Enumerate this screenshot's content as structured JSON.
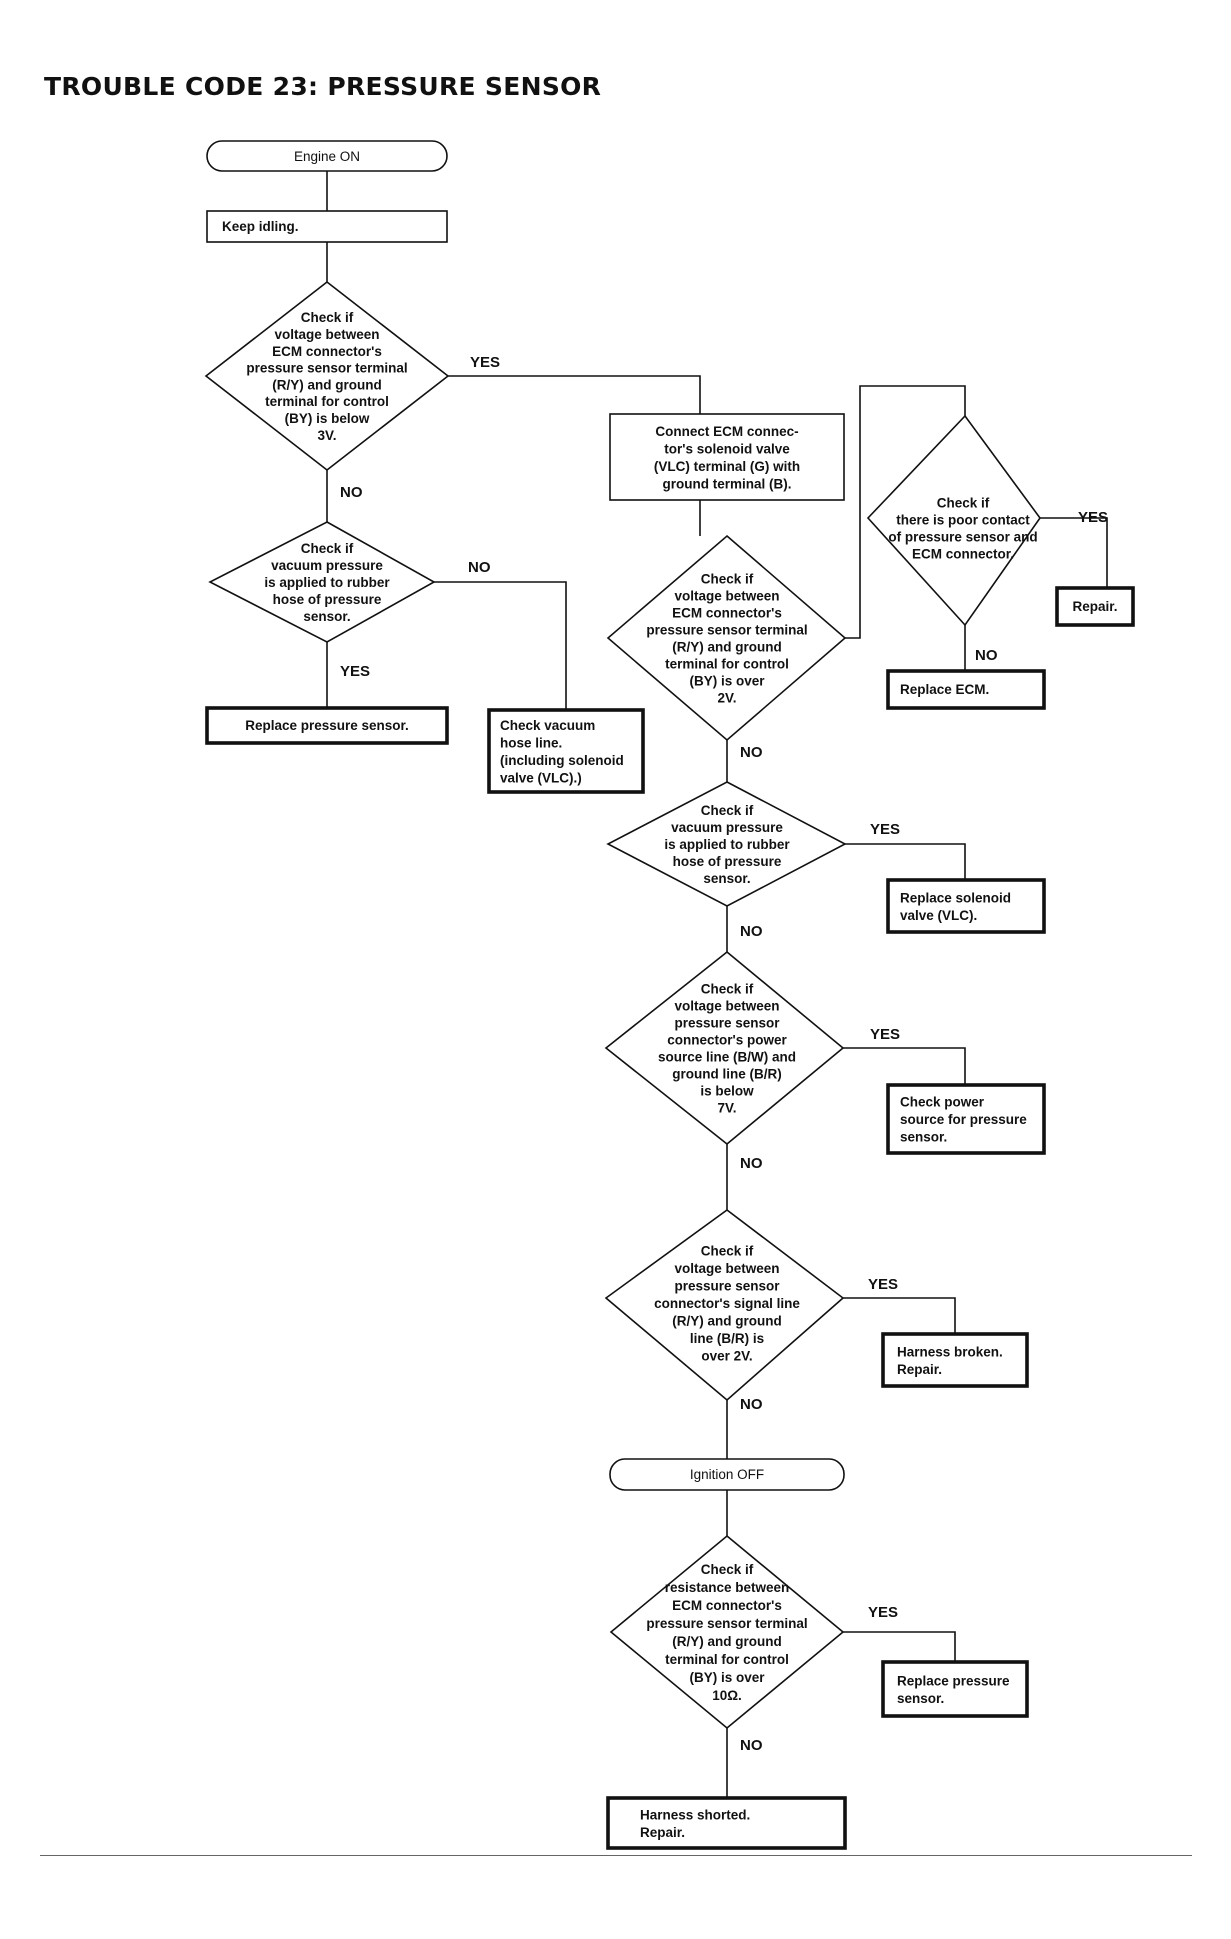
{
  "title": "TROUBLE CODE 23: PRESSURE SENSOR",
  "labels": {
    "yes": "YES",
    "no": "NO"
  },
  "nodes": {
    "engine_on": [
      "Engine ON"
    ],
    "keep_idling": [
      "Keep idling."
    ],
    "check_voltage_below_3v": [
      "Check if",
      "voltage between",
      "ECM connector's",
      "pressure sensor terminal",
      "(R/Y) and ground",
      "terminal for control",
      "(BY) is below",
      "3V."
    ],
    "check_vacuum_left": [
      "Check if",
      "vacuum pressure",
      "is applied to rubber",
      "hose of pressure",
      "sensor."
    ],
    "replace_pressure_sensor_left": [
      "Replace pressure sensor."
    ],
    "check_vacuum_hose": [
      "Check vacuum",
      "hose line.",
      "(including solenoid",
      "valve (VLC).)"
    ],
    "connect_ecm": [
      "Connect ECM connec-",
      "tor's solenoid valve",
      "(VLC) terminal (G) with",
      "ground terminal (B)."
    ],
    "check_voltage_over_2v": [
      "Check if",
      "voltage between",
      "ECM connector's",
      "pressure sensor terminal",
      "(R/Y) and ground",
      "terminal for control",
      "(BY) is over",
      "2V."
    ],
    "check_poor_contact": [
      "Check if",
      "there is poor contact",
      "of pressure sensor and",
      "ECM connector."
    ],
    "repair_contact": [
      "Repair."
    ],
    "replace_ecm": [
      "Replace ECM."
    ],
    "check_vacuum_right": [
      "Check if",
      "vacuum pressure",
      "is applied to rubber",
      "hose of pressure",
      "sensor."
    ],
    "replace_solenoid": [
      "Replace solenoid",
      "valve (VLC)."
    ],
    "check_power_below_7v": [
      "Check if",
      "voltage between",
      "pressure sensor",
      "connector's power",
      "source line (B/W) and",
      "ground line (B/R)",
      "is below",
      "7V."
    ],
    "check_power_source": [
      "Check power",
      "source for pressure",
      "sensor."
    ],
    "check_signal_over_2v": [
      "Check if",
      "voltage between",
      "pressure sensor",
      "connector's signal line",
      "(R/Y) and ground",
      "line (B/R) is",
      "over 2V."
    ],
    "harness_broken": [
      "Harness broken.",
      "Repair."
    ],
    "ignition_off": [
      "Ignition OFF"
    ],
    "check_resistance": [
      "Check if",
      "resistance between",
      "ECM connector's",
      "pressure sensor terminal",
      "(R/Y) and ground",
      "terminal for control",
      "(BY) is over",
      "10Ω."
    ],
    "replace_pressure_sensor_right": [
      "Replace pressure",
      "sensor."
    ],
    "harness_shorted": [
      "Harness shorted.",
      "Repair."
    ]
  }
}
